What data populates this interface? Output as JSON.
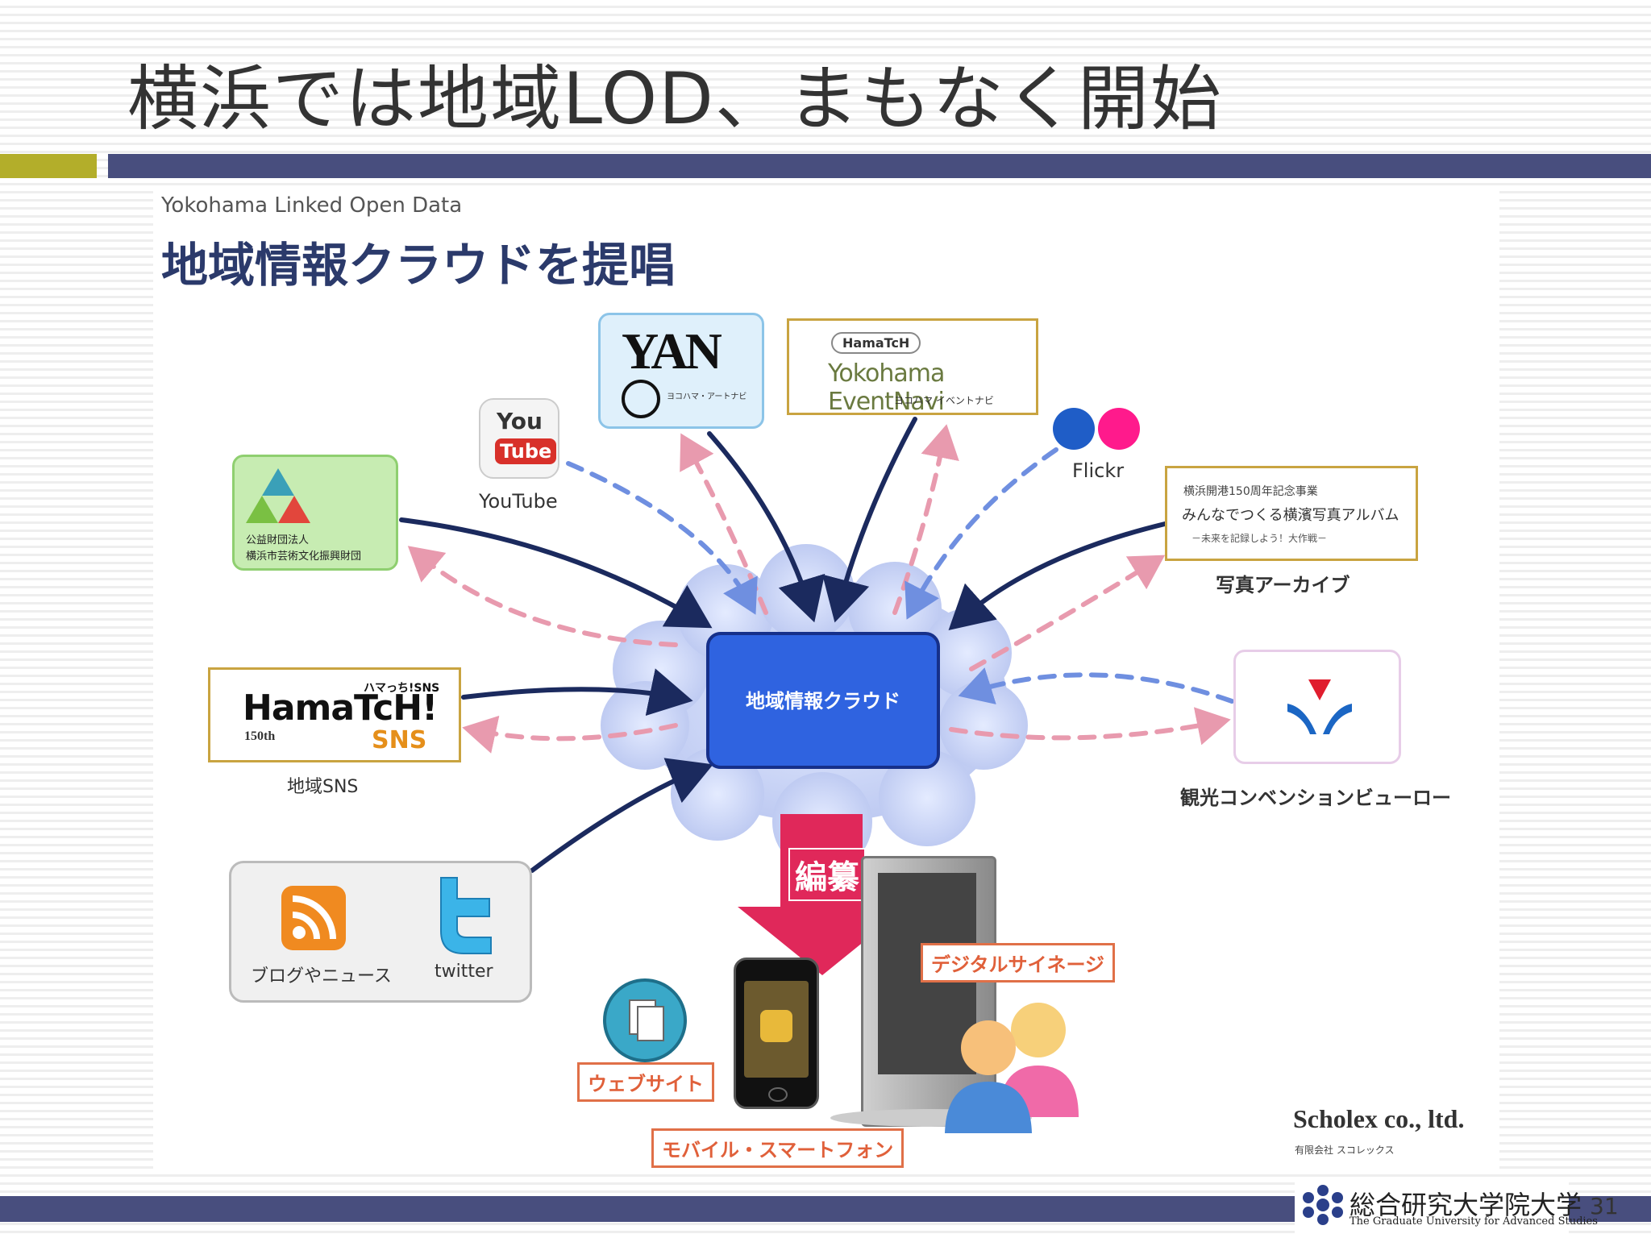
{
  "slide": {
    "title": "横浜では地域LOD、まもなく開始",
    "page_number": "31"
  },
  "diagram": {
    "header_en": "Yokohama Linked Open Data",
    "header_jp": "地域情報クラウドを提唱",
    "center": "地域情報クラウド",
    "nodes": {
      "yano_small": "ヨコハマ・アートナビ",
      "hamatch_event_badge": "HamaTcH",
      "hamatch_event_main": "Yokohama EventNavi",
      "hamatch_event_sub": "ヨコハマ イベントナビ",
      "youtube_you": "You",
      "youtube_tube": "Tube",
      "youtube_label": "YouTube",
      "flickr_label": "Flickr",
      "foundation_line1": "公益財団法人",
      "foundation_line2": "横浜市芸術文化振興財団",
      "photo_line1": "横浜開港150周年記念事業",
      "photo_line2": "みんなでつくる横濱写真アルバム",
      "photo_line3": "－未来を記録しよう！大作戦－",
      "photo_label": "写真アーカイブ",
      "sns_logo": "HamaTcH!",
      "sns_badge": "ハマっち!SNS",
      "sns_150": "150th",
      "sns_sns": "SNS",
      "sns_label": "地域SNS",
      "tourism_label": "観光コンベンションビューロー",
      "blog_label": "ブログやニュース",
      "twitter_label": "twitter",
      "edit_label": "編纂",
      "website_label": "ウェブサイト",
      "mobile_label": "モバイル・スマートフォン",
      "signage_label": "デジタルサイネージ",
      "scholex_name": "Scholex co., ltd.",
      "scholex_sub": "有限会社 スコレックス"
    }
  },
  "footer": {
    "university_jp": "総合研究大学院大学",
    "university_en": "The Graduate University for Advanced Studies"
  },
  "colors": {
    "title_bar": "#484e7e",
    "accent": "#b3ae2a",
    "solid_arrow": "#1b2a5e",
    "pink_dashed": "#e89aae",
    "blue_dashed": "#6f8fe0",
    "cloud_box": "#2f63e0",
    "edit_arrow": "#e0285a"
  }
}
